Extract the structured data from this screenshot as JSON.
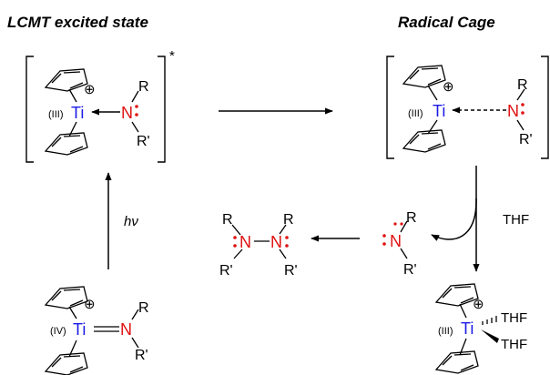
{
  "headings": {
    "left": "LCMT excited state",
    "right": "Radical Cage"
  },
  "atoms": {
    "ti": "Ti",
    "n": "N",
    "r": "R",
    "r_prime": "R'",
    "thf": "THF"
  },
  "oxidation": {
    "iii": "(III)",
    "iv": "(IV)"
  },
  "symbols": {
    "plus": "⊕",
    "excited": "*"
  },
  "conditions": {
    "light": "hν",
    "solvent": "THF"
  },
  "colors": {
    "titanium": "#1a1ae6",
    "nitrogen": "#e01010"
  }
}
